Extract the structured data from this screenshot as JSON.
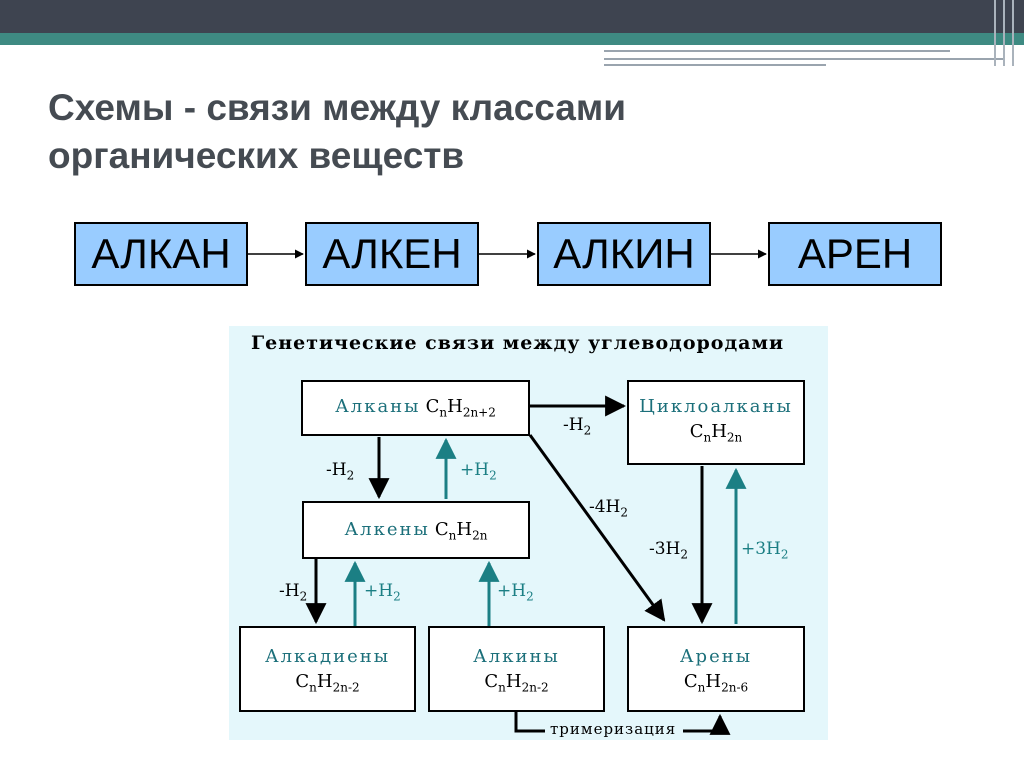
{
  "slide": {
    "title_line1": "Схемы - связи между классами",
    "title_line2": "органических веществ"
  },
  "chain": [
    "АЛКАН",
    "АЛКЕН",
    "АЛКИН",
    "АРЕН"
  ],
  "diagram": {
    "title": "Генетические связи между углеводородами",
    "alkanes": {
      "name": "Алканы",
      "c": "C",
      "n": "n",
      "h": "H",
      "idx": "2n+2"
    },
    "cycloalkanes": {
      "name": "Циклоалканы",
      "c": "C",
      "n": "n",
      "h": "H",
      "idx": "2n"
    },
    "alkenes": {
      "name": "Алкены",
      "c": "C",
      "n": "n",
      "h": "H",
      "idx": "2n"
    },
    "alkadienes": {
      "name": "Алкадиены",
      "c": "C",
      "n": "n",
      "h": "H",
      "idx": "2n-2"
    },
    "alkynes": {
      "name": "Алкины",
      "c": "C",
      "n": "n",
      "h": "H",
      "idx": "2n-2"
    },
    "arenes": {
      "name": "Арены",
      "c": "C",
      "n": "n",
      "h": "H",
      "idx": "2n-6"
    },
    "labels": {
      "minus_h2_1": {
        "pre": "-H",
        "sub": "2"
      },
      "minus_h2_2": {
        "pre": "-H",
        "sub": "2"
      },
      "minus_h2_3": {
        "pre": "-H",
        "sub": "2"
      },
      "plus_h2_1": {
        "pre": "+H",
        "sub": "2"
      },
      "plus_h2_2": {
        "pre": "+H",
        "sub": "2"
      },
      "plus_h2_3": {
        "pre": "+H",
        "sub": "2"
      },
      "minus_4h2": {
        "pre": "-4H",
        "sub": "2"
      },
      "minus_3h2": {
        "pre": "-3H",
        "sub": "2"
      },
      "plus_3h2": {
        "pre": "+3H",
        "sub": "2"
      },
      "trimerization": "тримеризация"
    },
    "colors": {
      "teal": "#1b7f84",
      "panel": "#e4f7fb",
      "chain_box": "#99ccff"
    }
  }
}
